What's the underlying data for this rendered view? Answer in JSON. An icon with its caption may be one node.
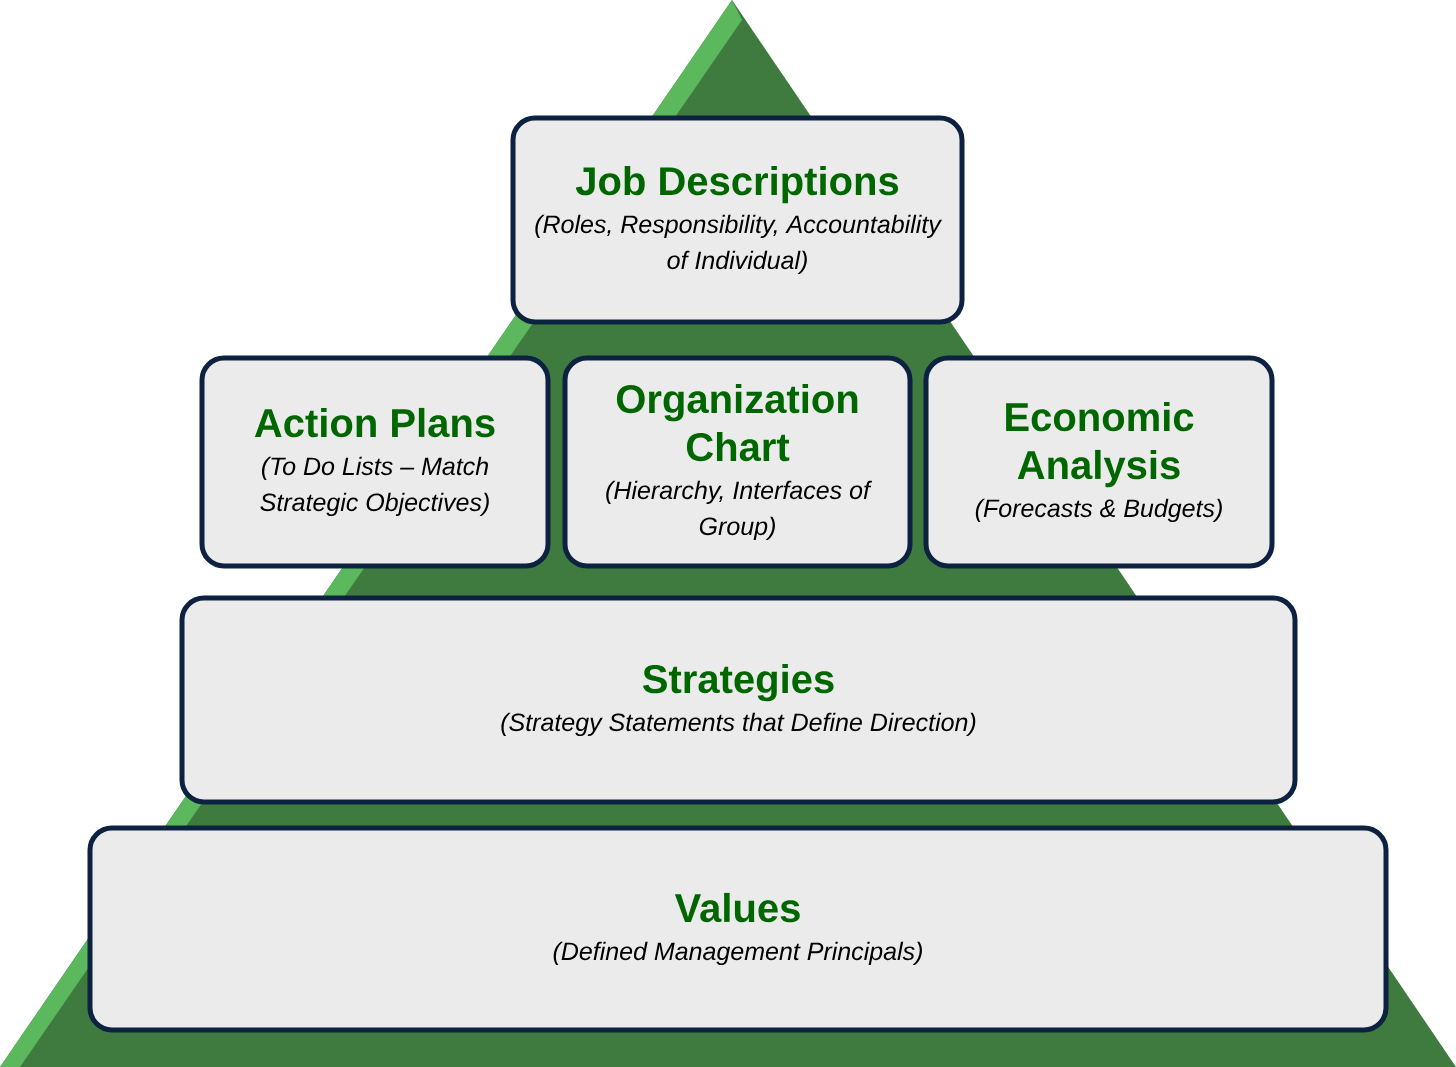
{
  "diagram": {
    "nodes": [
      {
        "text": [
          "Job Descriptions",
          "(Roles, Responsibility, Accountability of Individual)"
        ]
      },
      {
        "text": [
          "Action Plans",
          "(To Do Lists – Match Strategic Objectives)"
        ]
      },
      {
        "text": [
          "Organization Chart",
          "(Hierarchy, Interfaces of Group)"
        ]
      },
      {
        "text": [
          "Economic Analysis",
          "(Forecasts & Budgets)"
        ]
      },
      {
        "text": [
          "Strategies",
          "(Strategy Statements that Define Direction)"
        ]
      },
      {
        "text": [
          "Values",
          "(Defined Management Principals)"
        ]
      }
    ]
  }
}
